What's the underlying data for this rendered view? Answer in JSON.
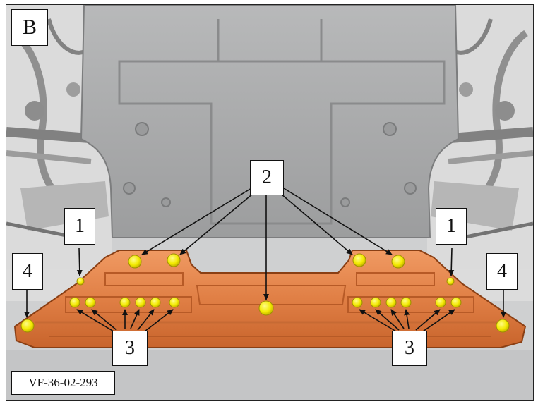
{
  "panel_letter": "B",
  "reference_code": "VF-36-02-293",
  "callouts": {
    "c1": "1",
    "c2": "2",
    "c3": "3",
    "c4": "4"
  },
  "colors": {
    "plate": "#e07f45",
    "plate_dark": "#b75a26",
    "bolt": "#f3ea00",
    "underbody": "#a9aaab",
    "engine_bay": "#d9d9d9"
  }
}
